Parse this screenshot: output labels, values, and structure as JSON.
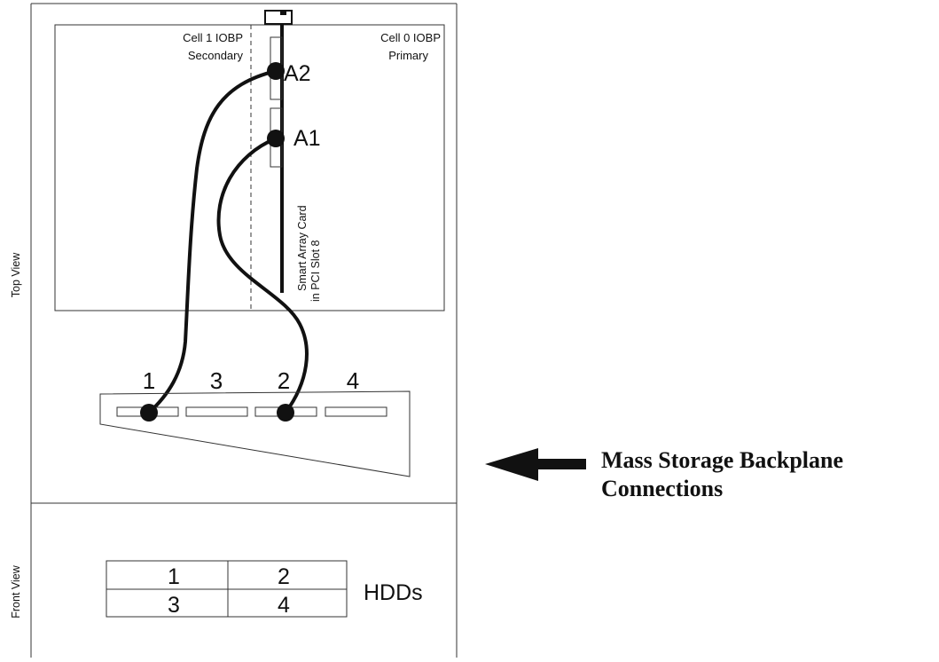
{
  "diagram": {
    "top_view_label": "Top View",
    "front_view_label": "Front View",
    "cell1": {
      "title": "Cell 1 IOBP",
      "role": "Secondary"
    },
    "cell0": {
      "title": "Cell 0 IOBP",
      "role": "Primary"
    },
    "card": {
      "line1": "Smart Array Card",
      "line2": "in PCI Slot 8",
      "connectors": [
        "A2",
        "A1"
      ]
    },
    "backplane_ports": [
      "1",
      "3",
      "2",
      "4"
    ],
    "hdd_slots": [
      "1",
      "2",
      "3",
      "4"
    ],
    "hdd_label": "HDDs",
    "callout": {
      "line1": "Mass Storage Backplane",
      "line2": "Connections"
    }
  }
}
